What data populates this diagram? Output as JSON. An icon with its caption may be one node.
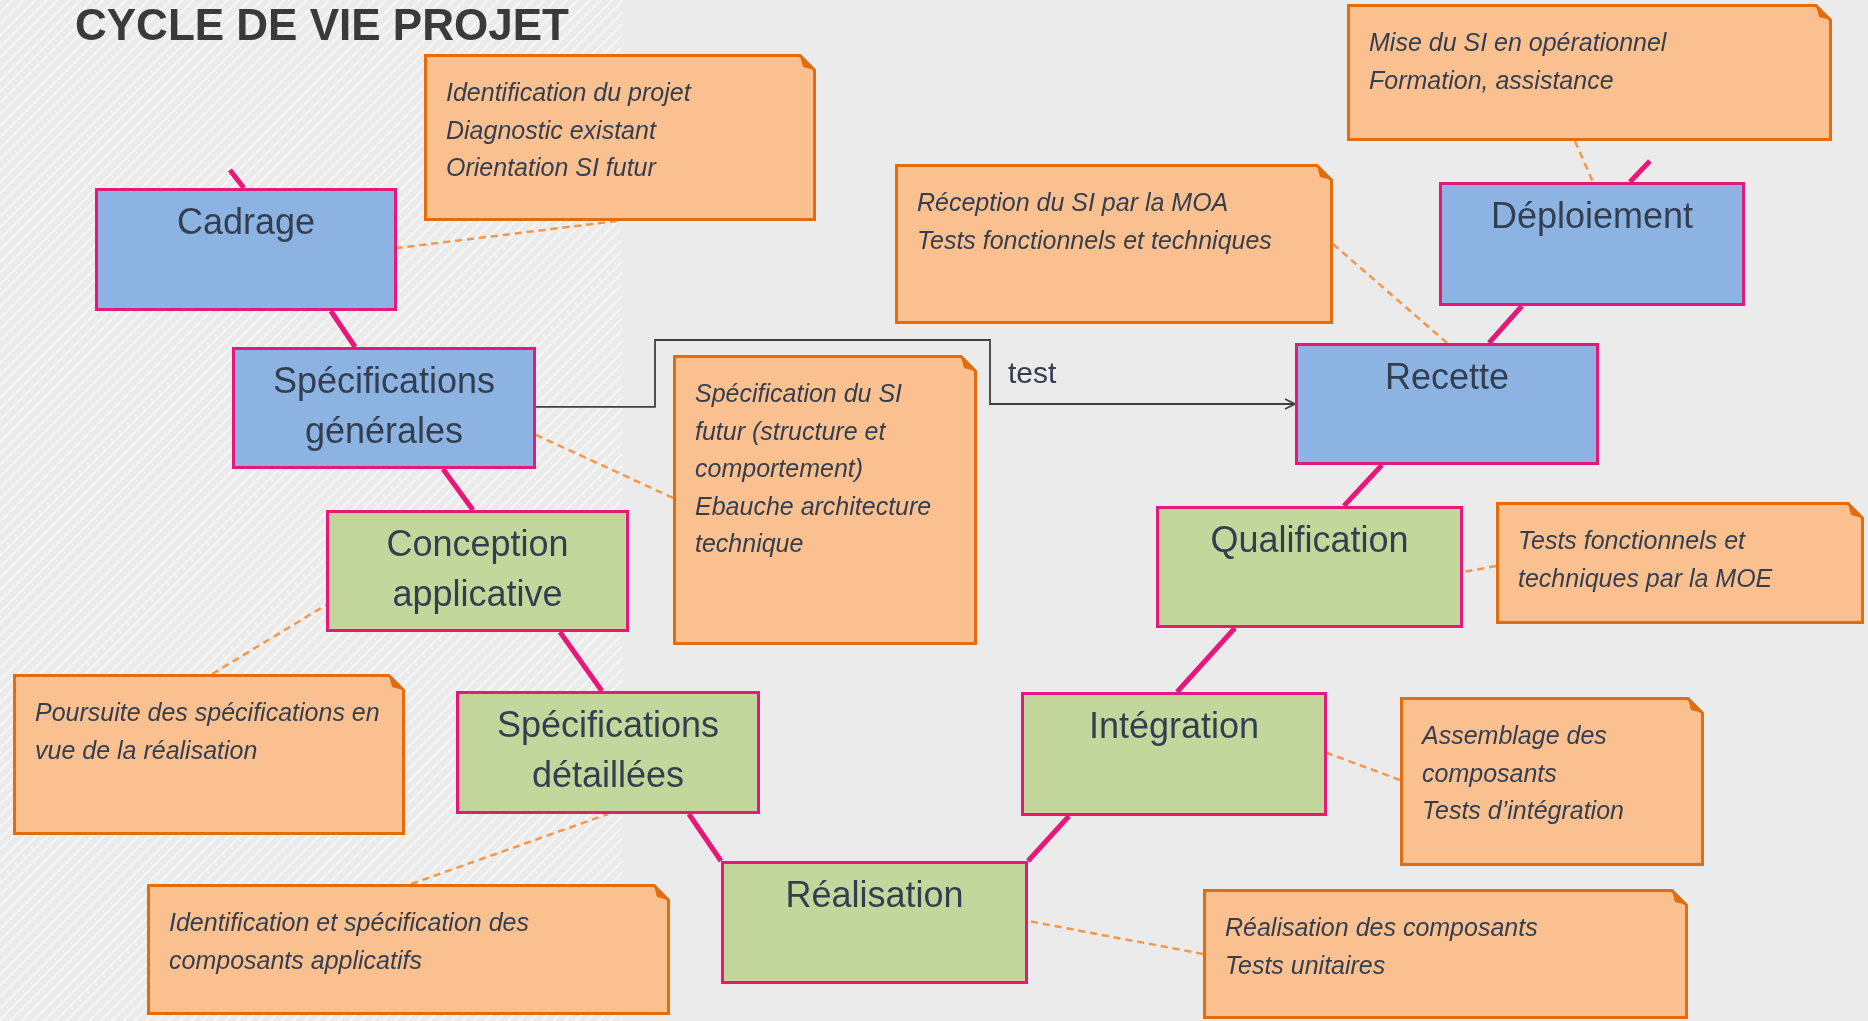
{
  "diagram": {
    "title": "CYCLE DE VIE PROJET",
    "nodes": [
      {
        "text": [
          "Cadrage"
        ]
      },
      {
        "text": [
          "Spécifications générales"
        ]
      },
      {
        "text": [
          "Conception applicative"
        ]
      },
      {
        "text": [
          "Spécifications détaillées"
        ]
      },
      {
        "text": [
          "Réalisation"
        ]
      },
      {
        "text": [
          "Intégration"
        ]
      },
      {
        "text": [
          "Qualification"
        ]
      },
      {
        "text": [
          "Recette"
        ]
      },
      {
        "text": [
          "Déploiement"
        ]
      },
      {
        "text": [
          "Identification du projet",
          "Diagnostic existant",
          "Orientation SI futur"
        ]
      },
      {
        "text": [
          "Spécification du SI futur (structure et comportement)",
          "Ebauche architecture technique"
        ]
      },
      {
        "text": [
          "Poursuite des spécifications en vue de la réalisation"
        ]
      },
      {
        "text": [
          "Identification et spécification des composants applicatifs"
        ]
      },
      {
        "text": [
          "Réalisation des composants",
          "Tests unitaires"
        ]
      },
      {
        "text": [
          "Assemblage des composants",
          "Tests d’intégration"
        ]
      },
      {
        "text": [
          "Tests fonctionnels et techniques par la MOE"
        ]
      },
      {
        "text": [
          "Réception du SI par la MOA",
          "Tests fonctionnels et techniques"
        ]
      },
      {
        "text": [
          "Mise du SI en opérationnel",
          "Formation, assistance"
        ]
      }
    ],
    "edges": [
      {
        "from": null,
        "to": 0,
        "arrow": "none"
      },
      {
        "from": 0,
        "to": 1,
        "arrow": "none"
      },
      {
        "from": 1,
        "to": 2,
        "arrow": "none"
      },
      {
        "from": 2,
        "to": 3,
        "arrow": "none"
      },
      {
        "from": 3,
        "to": 4,
        "arrow": "none"
      },
      {
        "from": 4,
        "to": 5,
        "arrow": "none"
      },
      {
        "from": 5,
        "to": 6,
        "arrow": "none"
      },
      {
        "from": 6,
        "to": 7,
        "arrow": "none"
      },
      {
        "from": 7,
        "to": 8,
        "arrow": "none"
      },
      {
        "from": 8,
        "to": null,
        "arrow": "none"
      },
      {
        "from": 9,
        "to": 0,
        "arrow": "none",
        "style": "dashed",
        "color": "#f79646"
      },
      {
        "from": 10,
        "to": 1,
        "arrow": "none",
        "style": "dashed",
        "color": "#f79646"
      },
      {
        "from": 11,
        "to": 2,
        "arrow": "none",
        "style": "dashed",
        "color": "#f79646"
      },
      {
        "from": 12,
        "to": 3,
        "arrow": "none",
        "style": "dashed",
        "color": "#f79646"
      },
      {
        "from": 13,
        "to": 4,
        "arrow": "none",
        "style": "dashed",
        "color": "#f79646"
      },
      {
        "from": 14,
        "to": 5,
        "arrow": "none",
        "style": "dashed",
        "color": "#f79646"
      },
      {
        "from": 15,
        "to": 6,
        "arrow": "none",
        "style": "dashed",
        "color": "#f79646"
      },
      {
        "from": 16,
        "to": 7,
        "arrow": "none",
        "style": "dashed",
        "color": "#f79646"
      },
      {
        "from": 17,
        "to": 8,
        "arrow": "none",
        "style": "dashed",
        "color": "#f79646"
      },
      {
        "from": 1,
        "to": 7,
        "arrow": "to",
        "label": "test",
        "color": "#404040"
      }
    ]
  }
}
